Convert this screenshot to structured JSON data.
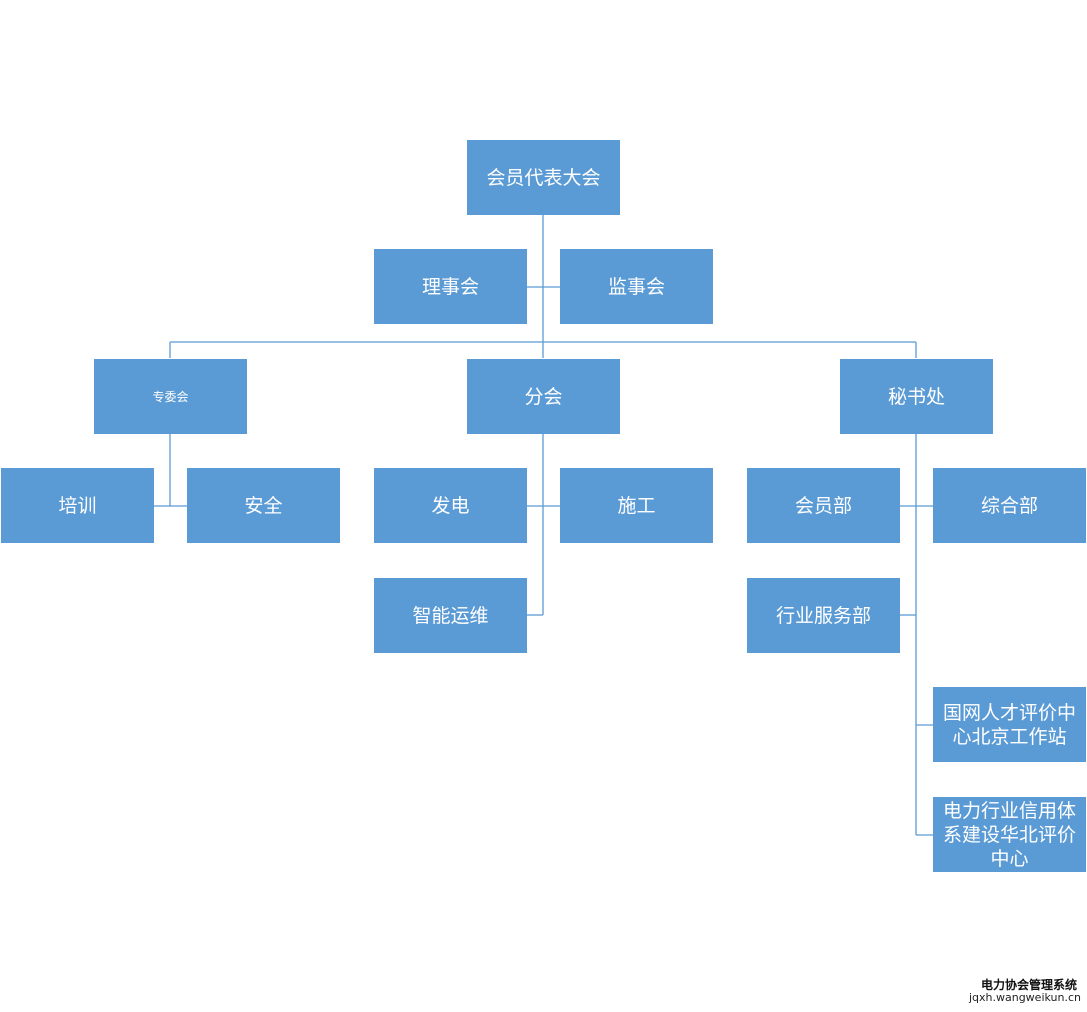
{
  "org_chart": {
    "root": "会员代表大会",
    "council": "理事会",
    "supervisory": "监事会",
    "committee": "专委会",
    "branch": "分会",
    "secretariat": "秘书处",
    "committee_children": [
      "培训",
      "安全"
    ],
    "branch_children": [
      "发电",
      "施工",
      "智能运维"
    ],
    "secretariat_children": [
      "会员部",
      "综合部",
      "行业服务部",
      "国网人才评价中心北京工作站",
      "电力行业信用体系建设华北评价中心"
    ]
  },
  "watermark": {
    "title": "电力协会管理系统",
    "url": "jqxh.wangweikun.cn"
  },
  "colors": {
    "box_fill": "#5b9bd5",
    "line": "#5b9bd5",
    "text": "#ffffff"
  }
}
